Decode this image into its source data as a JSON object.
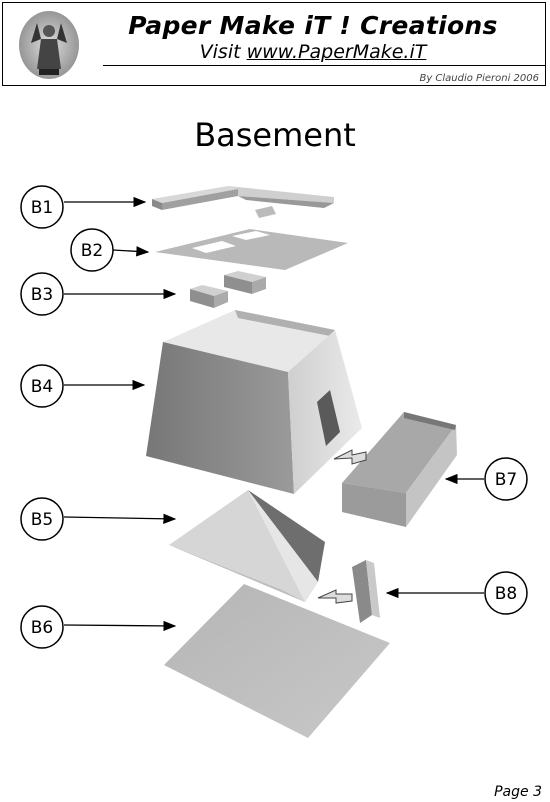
{
  "header": {
    "brand": "Paper Make iT ! Creations",
    "visit_prefix": "Visit ",
    "visit_url": "www.PaperMake.iT",
    "credit": "By Claudio Pieroni 2006"
  },
  "title": "Basement",
  "parts": [
    {
      "id": "B1",
      "label": "B1"
    },
    {
      "id": "B2",
      "label": "B2"
    },
    {
      "id": "B3",
      "label": "B3"
    },
    {
      "id": "B4",
      "label": "B4"
    },
    {
      "id": "B5",
      "label": "B5"
    },
    {
      "id": "B6",
      "label": "B6"
    },
    {
      "id": "B7",
      "label": "B7"
    },
    {
      "id": "B8",
      "label": "B8"
    }
  ],
  "footer": {
    "page": "Page 3"
  }
}
